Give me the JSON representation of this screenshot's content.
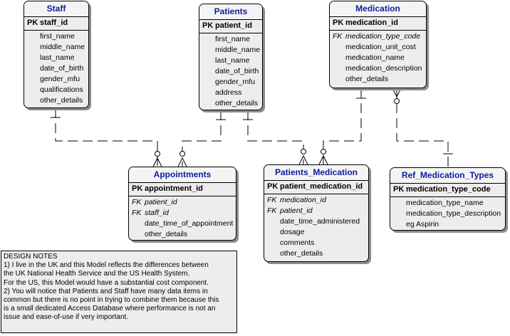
{
  "entities": {
    "staff": {
      "title": "Staff",
      "pk": [
        {
          "key": "PK",
          "name": "staff_id"
        }
      ],
      "attrs": [
        {
          "key": "",
          "name": "first_name"
        },
        {
          "key": "",
          "name": "middle_name"
        },
        {
          "key": "",
          "name": "last_name"
        },
        {
          "key": "",
          "name": "date_of_birth"
        },
        {
          "key": "",
          "name": "gender_mfu"
        },
        {
          "key": "",
          "name": "qualifications"
        },
        {
          "key": "",
          "name": "other_details"
        }
      ]
    },
    "patients": {
      "title": "Patients",
      "pk": [
        {
          "key": "PK",
          "name": "patient_id"
        }
      ],
      "attrs": [
        {
          "key": "",
          "name": "first_name"
        },
        {
          "key": "",
          "name": "middle_name"
        },
        {
          "key": "",
          "name": "last_name"
        },
        {
          "key": "",
          "name": "date_of_birth"
        },
        {
          "key": "",
          "name": "gender_mfu"
        },
        {
          "key": "",
          "name": "address"
        },
        {
          "key": "",
          "name": "other_details"
        }
      ]
    },
    "medication": {
      "title": "Medication",
      "pk": [
        {
          "key": "PK",
          "name": "medication_id"
        }
      ],
      "attrs": [
        {
          "key": "FK",
          "name": "medication_type_code"
        },
        {
          "key": "",
          "name": "medication_unit_cost"
        },
        {
          "key": "",
          "name": "medication_name"
        },
        {
          "key": "",
          "name": "medication_description"
        },
        {
          "key": "",
          "name": "other_details"
        }
      ]
    },
    "appointments": {
      "title": "Appointments",
      "pk": [
        {
          "key": "PK",
          "name": "appointment_id"
        }
      ],
      "attrs": [
        {
          "key": "FK",
          "name": "patient_id"
        },
        {
          "key": "FK",
          "name": "staff_id"
        },
        {
          "key": "",
          "name": "date_time_of_appointment"
        },
        {
          "key": "",
          "name": "other_details"
        }
      ]
    },
    "patients_medication": {
      "title": "Patients_Medication",
      "pk": [
        {
          "key": "PK",
          "name": "patient_medication_id"
        }
      ],
      "attrs": [
        {
          "key": "FK",
          "name": "medication_id"
        },
        {
          "key": "FK",
          "name": "patient_id"
        },
        {
          "key": "",
          "name": "date_time_administered"
        },
        {
          "key": "",
          "name": "dosage"
        },
        {
          "key": "",
          "name": "comments"
        },
        {
          "key": "",
          "name": "other_details"
        }
      ]
    },
    "ref_medication_types": {
      "title": "Ref_Medication_Types",
      "pk": [
        {
          "key": "PK",
          "name": "medication_type_code"
        }
      ],
      "attrs": [
        {
          "key": "",
          "name": "medication_type_name"
        },
        {
          "key": "",
          "name": "medication_type_description"
        },
        {
          "key": "",
          "name": "eg Aspirin"
        }
      ]
    }
  },
  "design_notes": {
    "lines": [
      "DESIGN NOTES",
      "1) I live in the UK and this Model reflects the differences between",
      "the UK National Health Service and the US Health System.",
      "For the US, this Model would have a substantial cost component.",
      "2) You will notice that Patients and Staff have many data items in",
      "common but there is no point in trying to combine them because this",
      "is a small dedicated Access Database where performance is not an",
      "issue and ease-of-use if very important."
    ]
  },
  "colors": {
    "title_text": "#0b1e9a",
    "entity_fill": "#ededed",
    "shadow": "#8c8c8c",
    "line": "#000000"
  }
}
